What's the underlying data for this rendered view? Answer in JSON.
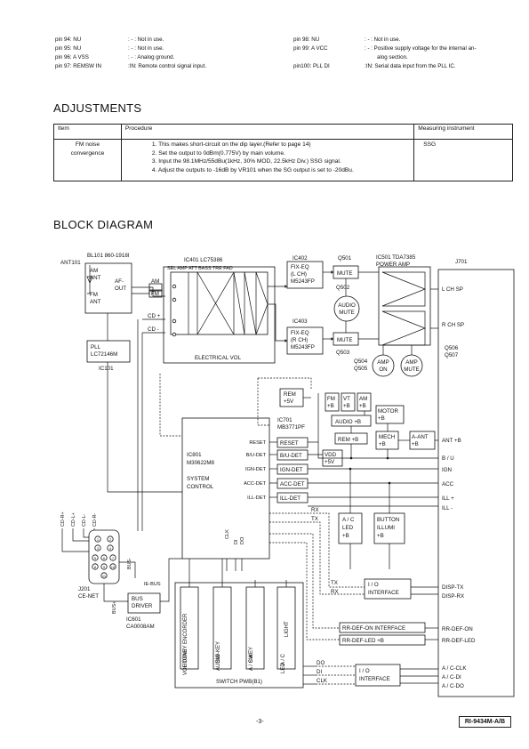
{
  "pin_list": {
    "left": [
      {
        "pin": "pin  94: NU",
        "desc": ": - : Not in use."
      },
      {
        "pin": "pin  95: NU",
        "desc": ": - : Not in use."
      },
      {
        "pin": "pin  96: A VSS",
        "desc": ": - : Analog ground."
      },
      {
        "pin": "pin  97: REMSW IN",
        "desc": ":IN: Remote control signal input."
      }
    ],
    "right": [
      {
        "pin": "pin  98: NU",
        "desc": ": - : Not in use."
      },
      {
        "pin": "pin  99: A VCC",
        "desc": ": - : Positive supply voltage for the internal an-"
      },
      {
        "pin": "",
        "desc": "alog section."
      },
      {
        "pin": "pin100: PLL DI",
        "desc": ":IN: Serial data input from the PLL IC."
      }
    ]
  },
  "adjustments": {
    "title": "ADJUSTMENTS",
    "headers": {
      "item": "Item",
      "procedure": "Procedure",
      "measuring": "Measuring instrument"
    },
    "rows": [
      {
        "item": [
          "FM noise",
          "convergence"
        ],
        "procedure": [
          "1. This makes short-circuit on the dip layer.(Refer to page 14)",
          "2. Set the output to 0dBm(0.775V) by main volume.",
          "3. Input the 98.1MHz/55dBu(1kHz, 30% MOD, 22.5kHz Div.) SSG signal.",
          "4. Adjust the outputs to -16dB by VR101 when the SG output is set to -20dBu."
        ],
        "measuring": "SSG"
      }
    ]
  },
  "block_diagram": {
    "title": "BLOCK DIAGRAM",
    "labels": {
      "ant101": "ANT101",
      "bl101": "BL101  860-1918I",
      "am_ant": [
        "AM",
        "ANT"
      ],
      "fm_ant": [
        "FM",
        "ANT"
      ],
      "af_out": [
        "AF-",
        "OUT"
      ],
      "am": "AM",
      "fm": "FM",
      "cd_plus": "CD +",
      "cd_minus": "CD -",
      "ic401": "IC401   LC75386",
      "ic401_sub": "SEL AMP    ATT    BASS  TRE  FAD",
      "electrical_vol": "ELECTRICAL VOL",
      "pll": [
        "PLL",
        "LC72146M"
      ],
      "ic101": "IC101",
      "ic402": "IC402",
      "fix_eq_l": [
        "FIX-EQ",
        "(L CH)",
        "M5243FP"
      ],
      "ic403": "IC403",
      "fix_eq_r": [
        "FIX-EQ",
        "(R CH)",
        "M5243FP"
      ],
      "q501": "Q501",
      "mute": "MUTE",
      "q502": "Q502",
      "audio_mute": [
        "AUDIO",
        "MUTE"
      ],
      "q503": "Q503",
      "ic501": [
        "IC501 TDA7385",
        "POWER AMP"
      ],
      "q506": [
        "Q506",
        "Q507"
      ],
      "q504": [
        "Q504",
        "Q505"
      ],
      "amp_on": [
        "AMP",
        "ON"
      ],
      "amp_mute": [
        "AMP",
        "MUTE"
      ],
      "j701": "J701",
      "l_ch_sp": "L CH SP",
      "r_ch_sp": "R CH SP",
      "rem": [
        "REM",
        "+5V"
      ],
      "fm_b": [
        "FM",
        "+B"
      ],
      "vt_b": [
        "VT",
        "+B"
      ],
      "am_b": [
        "AM",
        "+B"
      ],
      "audio_b": "AUDIO +B",
      "motor_b": [
        "MOTOR",
        "+B"
      ],
      "rem_b": "REM +B",
      "mech_b": [
        "MECH",
        "+B"
      ],
      "a_ant": [
        "A-ANT",
        "+B"
      ],
      "ic701": [
        "IC701",
        "MB3771PF"
      ],
      "reset": "RESET",
      "b_u_det": "B/U-DET",
      "vdd": [
        "VDD",
        "+5V"
      ],
      "ign_det": "IGN-DET",
      "acc_det": "ACC-DET",
      "ill_det": "ILL-DET",
      "ic801": [
        "IC801",
        "M30622M8"
      ],
      "system_control": [
        "SYSTEM",
        "CONTROL"
      ],
      "ic801_pins": [
        "RESET",
        "B/U-DET",
        "IGN-DET",
        "ACC-DET",
        "ILL-DET"
      ],
      "ac_led": [
        "A / C",
        "LED",
        "+B"
      ],
      "button_illumi": [
        "BUTTON",
        "ILLUMI",
        "+B"
      ],
      "ant_b": "ANT +B",
      "b_u": "B / U",
      "ign": "IGN",
      "acc": "ACC",
      "ill_plus": "ILL +",
      "ill_minus": "ILL -",
      "rx": "RX",
      "tx": "TX",
      "clk": "CLK",
      "di": "DI",
      "do": "DO",
      "io_interface": [
        "I / O",
        "INTERFACE"
      ],
      "disp_tx": "DISP-TX",
      "disp_rx": "DISP-RX",
      "rr_def_on_if": "RR-DEF-ON INTERFACE",
      "rr_def_led": "RR-DEF-LED  +B",
      "rr_def_on": "RR-DEF-ON",
      "rr_def_led_out": "RR-DEF-LED",
      "ac_clk": "A / C-CLK",
      "ac_di": "A / C-DI",
      "ac_do": "A / C-DO",
      "cd_side": [
        "CD-R+",
        "CD-L+",
        "CD-L-",
        "CD-R-"
      ],
      "bus_minus": "BUS-",
      "bus_plus": "BUS+",
      "ie_bus": "IE-BUS",
      "bus_driver": [
        "BUS",
        "DRIVER"
      ],
      "ic601": [
        "IC601",
        "CA0008AM"
      ],
      "j201": [
        "J201",
        "CE-NET"
      ],
      "switch_items": [
        [
          "ROTARY ENCORDER",
          "VOL TUNE"
        ],
        [
          "SW",
          "AUDIO-KEY"
        ],
        [
          "SW",
          "A / C-KEY"
        ],
        [
          "LIGHT"
        ],
        [
          "A / C",
          "LED"
        ]
      ],
      "switch_pwb": "SWITCH PWB(B1)",
      "connector_pins": [
        "1",
        "2",
        "3",
        "4",
        "5",
        "6",
        "7",
        "8",
        "9",
        "10",
        "11"
      ]
    }
  },
  "footer": {
    "page": "-3-",
    "doc_id": "RI-9434M-A/B"
  }
}
